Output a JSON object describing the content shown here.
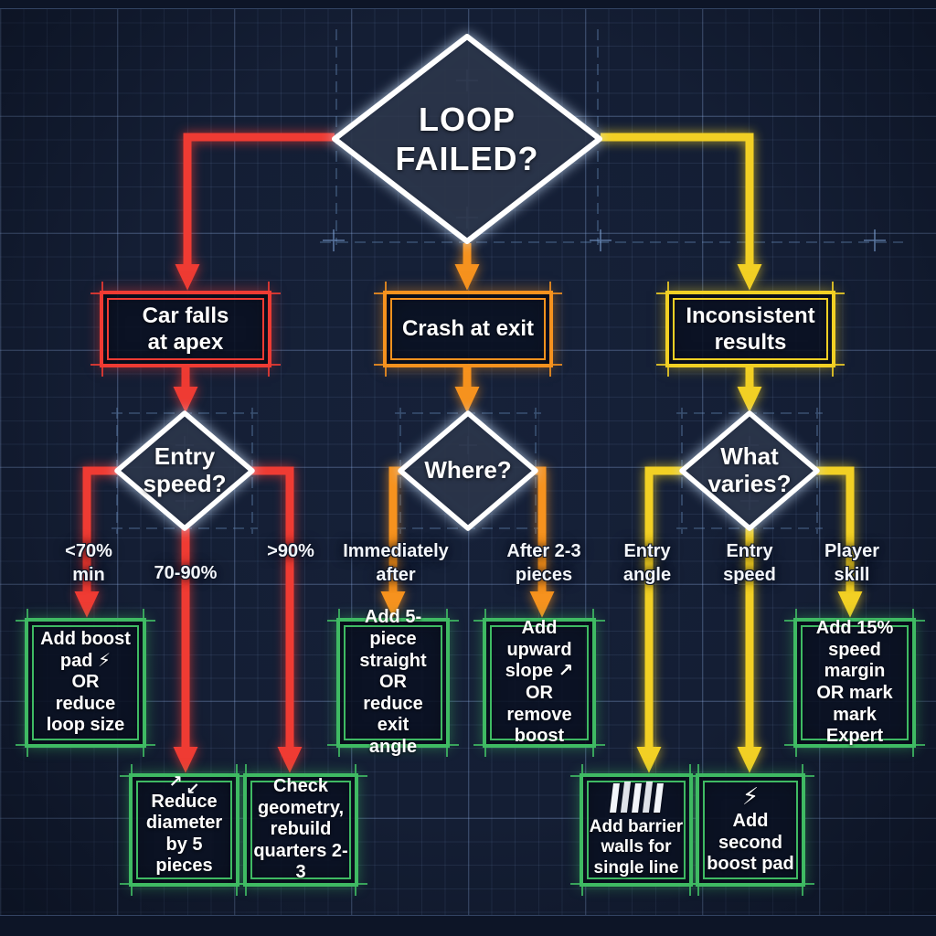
{
  "title": "LOOP\nFAILED?",
  "palette": {
    "background": "#141e34",
    "grid": "#7d9bcd",
    "red": "#ef3b33",
    "orange": "#f6921e",
    "yellow": "#f2d024",
    "green": "#3fba63",
    "white": "#ffffff"
  },
  "icons": {
    "boost_bolt": "⚡",
    "upward_slope_arrow": "↗",
    "shrink_top": "↙",
    "shrink_bottom": "↗",
    "barrier_walls": "|||||"
  },
  "branches": {
    "red": {
      "symptom": "Car falls\nat apex",
      "question": "Entry\nspeed?",
      "cases": [
        {
          "condition": "<70%\nmin",
          "action": "Add boost\npad ⚡\nOR\nreduce\nloop size"
        },
        {
          "condition": "70-90%",
          "action": "Reduce\ndiameter\nby 5 pieces"
        },
        {
          "condition": ">90%",
          "action": "Check\ngeometry,\nrebuild\nquarters 2-3"
        }
      ]
    },
    "orange": {
      "symptom": "Crash at exit",
      "question": "Where?",
      "cases": [
        {
          "condition": "Immediately\nafter",
          "action": "Add 5-piece\nstraight\nOR\nreduce exit\nangle"
        },
        {
          "condition": "After 2-3\npieces",
          "action": "Add upward\nslope ↗\nOR\nremove\nboost"
        }
      ]
    },
    "yellow": {
      "symptom": "Inconsistent\nresults",
      "question": "What\nvaries?",
      "cases": [
        {
          "condition": "Entry\nangle",
          "action": "Add barrier\nwalls for\nsingle line"
        },
        {
          "condition": "Entry\nspeed",
          "action": "Add\nsecond\nboost pad"
        },
        {
          "condition": "Player\nskill",
          "action": "Add 15%\nspeed\nmargin\nOR mark\nmark Expert"
        }
      ]
    }
  }
}
